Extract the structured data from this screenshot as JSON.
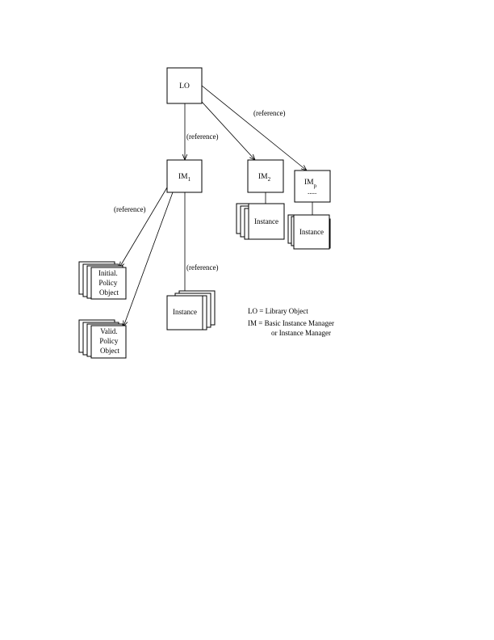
{
  "nodes": {
    "lo": "LO",
    "im1_base": "IM",
    "im1_sub": "1",
    "im2_base": "IM",
    "im2_sub": "2",
    "imp_base": "IM",
    "imp_sub": "p",
    "imp_dots": ".....",
    "instance_im1": "Instance",
    "instance_im2": "Instance",
    "instance_imp": "Instance",
    "initial_policy": [
      "Initial.",
      "Policy",
      "Object"
    ],
    "valid_policy": [
      "Valid.",
      "Policy",
      "Object"
    ]
  },
  "edge_labels": {
    "lo_to_imp": "(reference)",
    "lo_to_im1": "(reference)",
    "im1_to_policy": "(reference)",
    "im1_to_instance": "(reference)"
  },
  "legend": {
    "lo_line": "LO = Library Object",
    "im_line1": "IM = Basic Instance Manager",
    "im_line2": "or Instance Manager"
  }
}
